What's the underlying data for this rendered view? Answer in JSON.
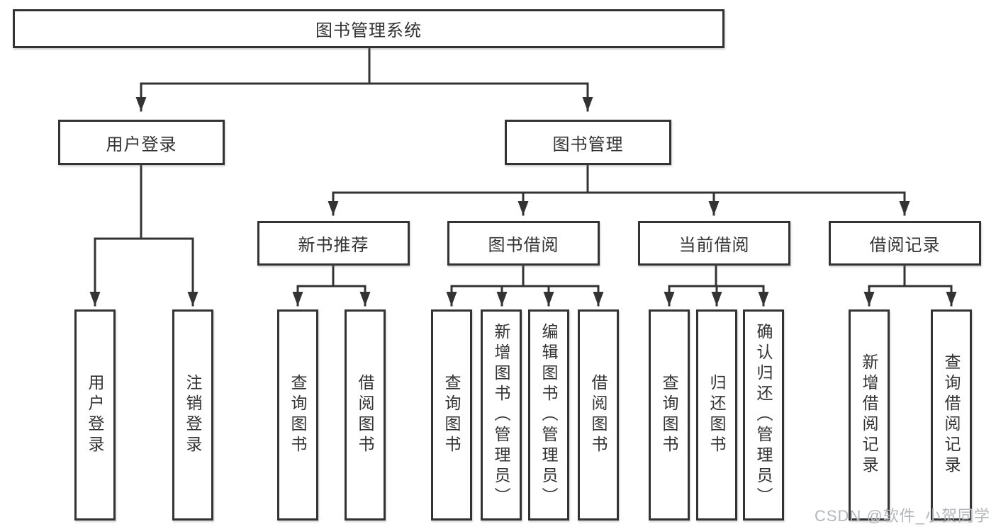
{
  "diagram": {
    "root": {
      "label": "图书管理系统"
    },
    "level2": [
      {
        "label": "用户登录"
      },
      {
        "label": "图书管理"
      }
    ],
    "level3": [
      {
        "label": "新书推荐"
      },
      {
        "label": "图书借阅"
      },
      {
        "label": "当前借阅"
      },
      {
        "label": "借阅记录"
      }
    ],
    "leaves": {
      "user_login": [
        "用户登录",
        "注销登录"
      ],
      "new_book": [
        "查询图书",
        "借阅图书"
      ],
      "book_borrow": [
        "查询图书",
        "新增图书（管理员）",
        "编辑图书（管理员）",
        "借阅图书"
      ],
      "current_borrow": [
        "查询图书",
        "归还图书",
        "确认归还（管理员）"
      ],
      "borrow_record": [
        "新增借阅记录",
        "查询借阅记录"
      ]
    }
  },
  "watermark": {
    "text": "CSDN @软件_小贺同学",
    "color": "#b3b6bb"
  },
  "colors": {
    "line": "#333333",
    "box_fill": "#ffffff",
    "text": "#333333"
  }
}
